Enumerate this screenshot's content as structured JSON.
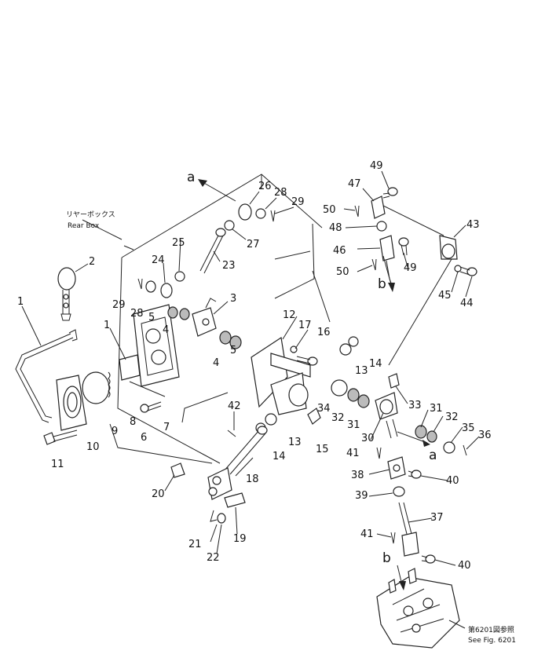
{
  "diagram": {
    "rear_box_label_jp": "リヤーボックス",
    "rear_box_label_en": "Rear Box",
    "see_fig_jp": "第6201図参照",
    "see_fig_en": "See Fig. 6201",
    "callouts": [
      {
        "id": "1a",
        "text": "1"
      },
      {
        "id": "1b",
        "text": "1"
      },
      {
        "id": "2",
        "text": "2"
      },
      {
        "id": "3",
        "text": "3"
      },
      {
        "id": "4a",
        "text": "4"
      },
      {
        "id": "4b",
        "text": "4"
      },
      {
        "id": "5a",
        "text": "5"
      },
      {
        "id": "5b",
        "text": "5"
      },
      {
        "id": "6",
        "text": "6"
      },
      {
        "id": "7",
        "text": "7"
      },
      {
        "id": "8",
        "text": "8"
      },
      {
        "id": "9",
        "text": "9"
      },
      {
        "id": "10",
        "text": "10"
      },
      {
        "id": "11",
        "text": "11"
      },
      {
        "id": "12",
        "text": "12"
      },
      {
        "id": "13a",
        "text": "13"
      },
      {
        "id": "13b",
        "text": "13"
      },
      {
        "id": "14a",
        "text": "14"
      },
      {
        "id": "14b",
        "text": "14"
      },
      {
        "id": "15",
        "text": "15"
      },
      {
        "id": "16",
        "text": "16"
      },
      {
        "id": "17",
        "text": "17"
      },
      {
        "id": "18",
        "text": "18"
      },
      {
        "id": "19",
        "text": "19"
      },
      {
        "id": "20",
        "text": "20"
      },
      {
        "id": "21",
        "text": "21"
      },
      {
        "id": "22",
        "text": "22"
      },
      {
        "id": "23",
        "text": "23"
      },
      {
        "id": "24",
        "text": "24"
      },
      {
        "id": "25",
        "text": "25"
      },
      {
        "id": "26",
        "text": "26"
      },
      {
        "id": "27",
        "text": "27"
      },
      {
        "id": "28a",
        "text": "28"
      },
      {
        "id": "28b",
        "text": "28"
      },
      {
        "id": "29a",
        "text": "29"
      },
      {
        "id": "29b",
        "text": "29"
      },
      {
        "id": "30",
        "text": "30"
      },
      {
        "id": "31a",
        "text": "31"
      },
      {
        "id": "31b",
        "text": "31"
      },
      {
        "id": "32a",
        "text": "32"
      },
      {
        "id": "32b",
        "text": "32"
      },
      {
        "id": "33",
        "text": "33"
      },
      {
        "id": "34",
        "text": "34"
      },
      {
        "id": "35",
        "text": "35"
      },
      {
        "id": "36",
        "text": "36"
      },
      {
        "id": "37",
        "text": "37"
      },
      {
        "id": "38",
        "text": "38"
      },
      {
        "id": "39",
        "text": "39"
      },
      {
        "id": "40a",
        "text": "40"
      },
      {
        "id": "40b",
        "text": "40"
      },
      {
        "id": "41a",
        "text": "41"
      },
      {
        "id": "41b",
        "text": "41"
      },
      {
        "id": "42",
        "text": "42"
      },
      {
        "id": "43",
        "text": "43"
      },
      {
        "id": "44",
        "text": "44"
      },
      {
        "id": "45",
        "text": "45"
      },
      {
        "id": "46",
        "text": "46"
      },
      {
        "id": "47",
        "text": "47"
      },
      {
        "id": "48",
        "text": "48"
      },
      {
        "id": "49a",
        "text": "49"
      },
      {
        "id": "49b",
        "text": "49"
      },
      {
        "id": "50a",
        "text": "50"
      },
      {
        "id": "50b",
        "text": "50"
      },
      {
        "id": "aa",
        "text": "a"
      },
      {
        "id": "ab",
        "text": "a"
      },
      {
        "id": "ba",
        "text": "b"
      },
      {
        "id": "bb",
        "text": "b"
      }
    ]
  }
}
